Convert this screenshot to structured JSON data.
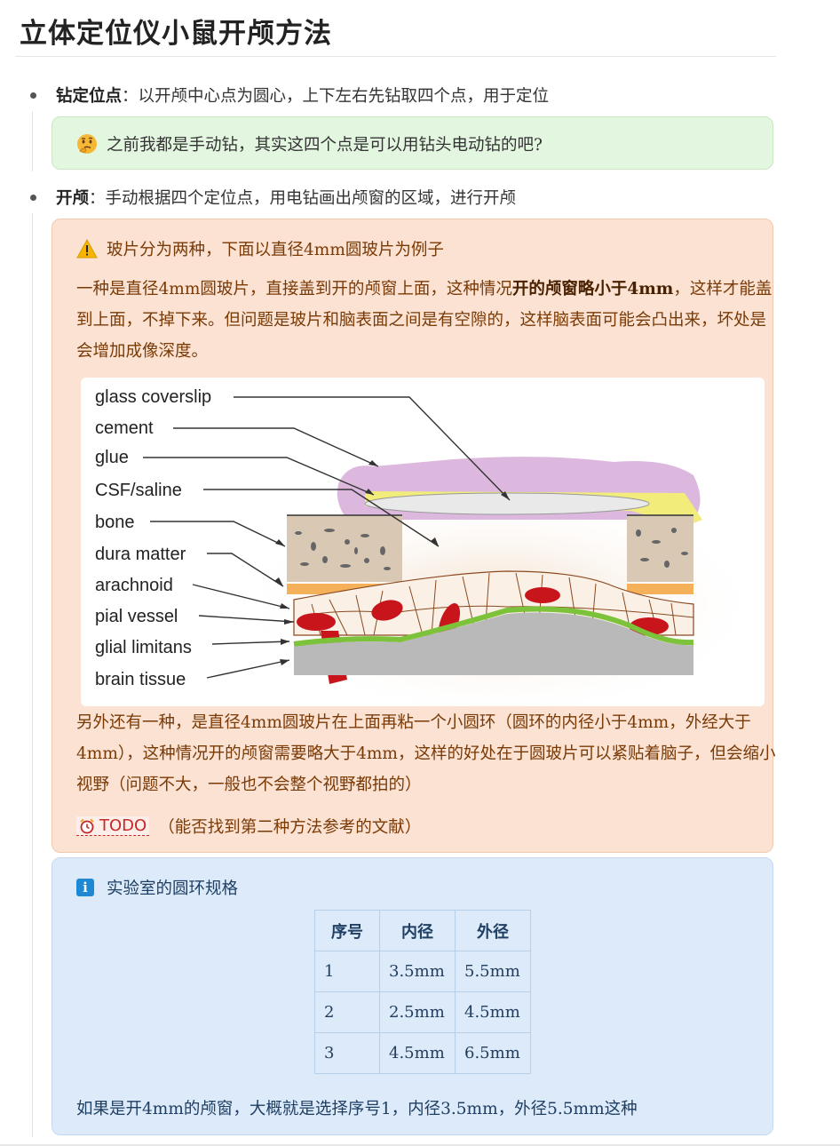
{
  "page": {
    "title": "立体定位仪小鼠开颅方法"
  },
  "bullets": [
    {
      "label": "钻定位点",
      "text": "：以开颅中心点为圆心，上下左右先钻取四个点，用于定位"
    },
    {
      "label": "开颅",
      "text": "：手动根据四个定位点，用电钻画出颅窗的区域，进行开颅"
    }
  ],
  "green_callout": {
    "icon": "thinking-face-icon",
    "text": "之前我都是手动钻，其实这四个点是可以用钻头电动钻的吧?"
  },
  "orange_callout": {
    "icon": "warning-icon",
    "heading": "玻片分为两种，下面以直径4mm圆玻片为例子",
    "para1_a": "一种是直径4mm圆玻片，直接盖到开的颅窗上面，这种情况",
    "para1_bold": "开的颅窗略小于4mm",
    "para1_b": "，这样才能盖到上面，不掉下来。但问题是玻片和脑表面之间是有空隙的，这样脑表面可能会凸出来，坏处是会增加成像深度。",
    "para2": "另外还有一种，是直径4mm圆玻片在上面再粘一个小圆环（圆环的内径小于4mm，外经大于4mm），这种情况开的颅窗需要略大于4mm，这样的好处在于圆玻片可以紧贴着脑子，但会缩小视野（问题不大，一般也不会整个视野都拍的）",
    "todo_label": "TODO",
    "todo_text": "（能否找到第二种方法参考的文献）"
  },
  "figure": {
    "labels": [
      "glass coverslip",
      "cement",
      "glue",
      "CSF/saline",
      "bone",
      "dura matter",
      "arachnoid",
      "pial vessel",
      "glial limitans",
      "brain tissue"
    ],
    "colors": {
      "cement": "#dcb8de",
      "glue": "#f2ec7a",
      "bone": "#d9c8b4",
      "dura": "#f4b15a",
      "vessel": "#c8151b",
      "glial": "#7cc23a",
      "brain": "#b9b9b9"
    }
  },
  "blue_callout": {
    "icon": "info-icon",
    "heading": "实验室的圆环规格",
    "table": {
      "headers": [
        "序号",
        "内径",
        "外径"
      ],
      "rows": [
        [
          "1",
          "3.5mm",
          "5.5mm"
        ],
        [
          "2",
          "2.5mm",
          "4.5mm"
        ],
        [
          "3",
          "4.5mm",
          "6.5mm"
        ]
      ]
    },
    "footer": "如果是开4mm的颅窗，大概就是选择序号1，内径3.5mm，外径5.5mm这种"
  },
  "colors": {
    "green_bg": "#e3f6e0",
    "orange_bg": "#fbe2d2",
    "blue_bg": "#dceafa",
    "todo_red": "#c62828"
  }
}
